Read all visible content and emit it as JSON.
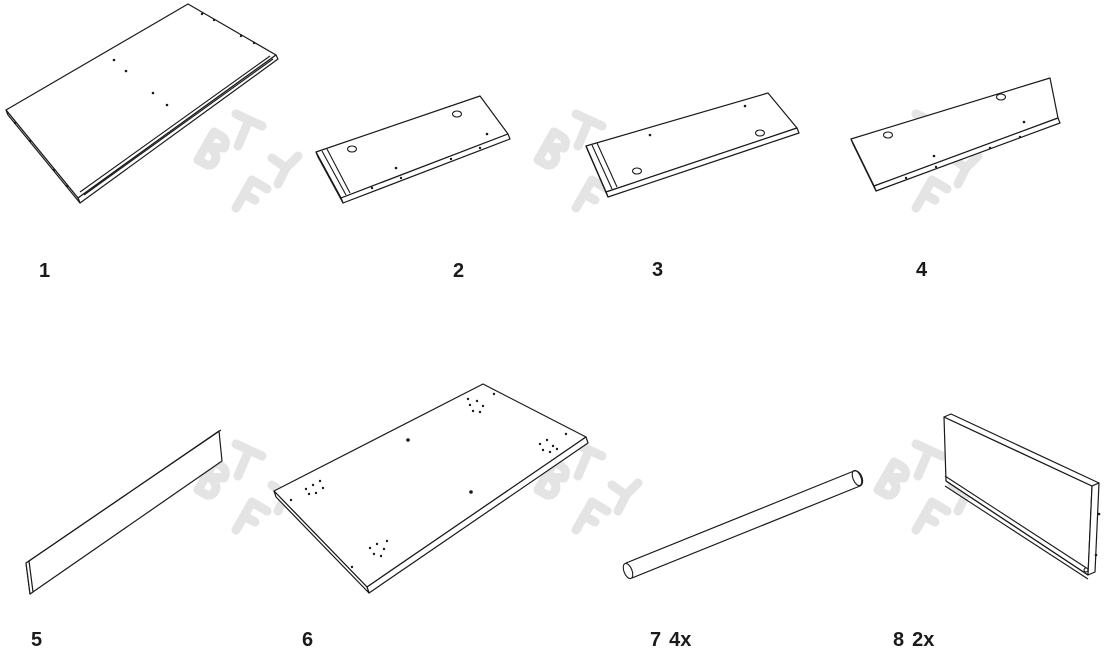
{
  "parts": [
    {
      "number": "1",
      "qty": ""
    },
    {
      "number": "2",
      "qty": ""
    },
    {
      "number": "3",
      "qty": ""
    },
    {
      "number": "4",
      "qty": ""
    },
    {
      "number": "5",
      "qty": ""
    },
    {
      "number": "6",
      "qty": ""
    },
    {
      "number": "7",
      "qty": "4x"
    },
    {
      "number": "8",
      "qty": "2x"
    }
  ],
  "watermark": "BTFY",
  "colors": {
    "line": "#1a1a1a",
    "watermark": "#e4e4e4",
    "background": "#ffffff"
  }
}
